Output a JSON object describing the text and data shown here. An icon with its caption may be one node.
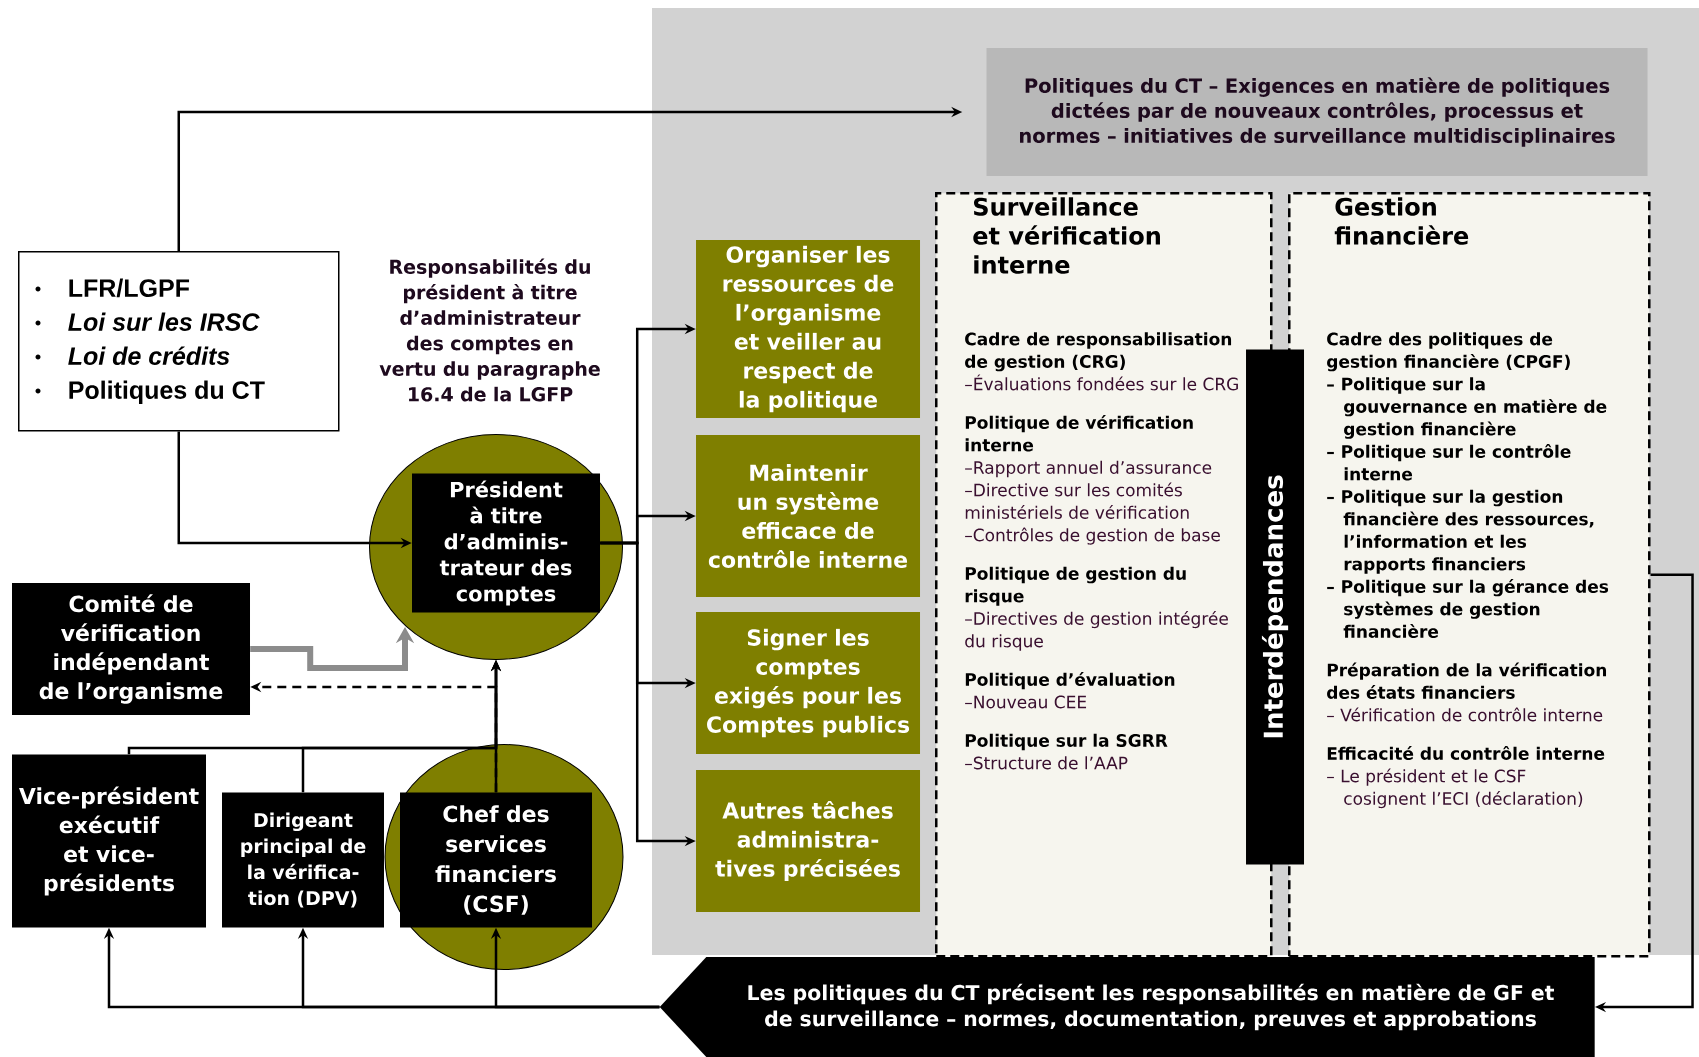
{
  "diagram": {
    "nodes": [
      {
        "text": [
          "LFR/LGPF",
          "Loi sur les IRSC",
          "Loi de crédits",
          "Politiques du CT"
        ]
      },
      {
        "text": [],
        "shape": "circle"
      },
      {
        "text": [
          "Président à titre d’adminis-trateur des comptes"
        ],
        "in": 1
      },
      {
        "text": [
          "Comité de vérification indépendant de l’organisme"
        ]
      },
      {
        "text": [
          "Vice-président exécutif et vice-présidents"
        ]
      },
      {
        "text": [
          "Dirigeant principal de la vérifica-tion (DPV)"
        ]
      },
      {
        "text": [],
        "shape": "circle"
      },
      {
        "text": [
          "Chef des services financiers (CSF)"
        ],
        "in": 6
      },
      {
        "text": [
          "Organiser les ressources de l’organisme et veiller au respect de la politique"
        ]
      },
      {
        "text": [
          "Maintenir un système efficace de contrôle interne"
        ]
      },
      {
        "text": [
          "Signer les comptes exigés pour les Comptes publics"
        ]
      },
      {
        "text": [
          "Autres tâches administra-tives précisées"
        ]
      },
      {
        "text": [
          "Politiques du CT – Exigences en matière de politiques dictées par de nouveaux contrôles, processus et normes – initiatives de surveillance multidisciplinaires"
        ]
      },
      {
        "text": [
          "Surveillance et vérification interne",
          "Cadre de responsabilisation de gestion (CRG)",
          "–Évaluations fondées sur le CRG",
          "Politique de vérification interne",
          "–Rapport annuel d’assurance",
          "–Directive sur les comités ministériels de vérification",
          "–Contrôles de gestion de base",
          "Politique de gestion du risque",
          "–Directives de gestion intégrée du risque",
          "Politique d’évaluation",
          "–Nouveau CEE",
          "Politique sur la SGRR",
          "–Structure de l’AAP"
        ]
      },
      {
        "text": [
          "Gestion financière",
          "Cadre des politiques de gestion financière (CPGF)",
          "– Politique sur la gouvernance en matière de gestion financière",
          "– Politique sur le contrôle interne",
          "– Politique sur la gestion financière des ressources, l’information et les rapports financiers",
          "– Politique sur la gérance des systèmes de gestion financière",
          "Préparation de la vérification des états financiers",
          "– Vérification de contrôle interne",
          "Efficacité du contrôle interne",
          "– Le président et le CSF cosignent l’ECI (déclaration)"
        ]
      },
      {
        "text": [
          "Interdépendances"
        ]
      },
      {
        "text": [
          "Les politiques du CT précisent les responsabilités en matière de GF et de surveillance – normes, documentation, preuves et approbations"
        ]
      }
    ],
    "edges": [
      {
        "from": 0,
        "to": 12,
        "arrow": "to"
      },
      {
        "from": 0,
        "to": 2,
        "arrow": "to"
      },
      {
        "from": 2,
        "to": 8,
        "arrow": "to"
      },
      {
        "from": 2,
        "to": 9,
        "arrow": "to"
      },
      {
        "from": 2,
        "to": 10,
        "arrow": "to"
      },
      {
        "from": 2,
        "to": 11,
        "arrow": "to"
      },
      {
        "from": 3,
        "to": 1,
        "arrow": "to",
        "style": "thick",
        "color": "#8c8c8c"
      },
      {
        "from": 7,
        "to": 1,
        "arrow": "to"
      },
      {
        "from": 7,
        "to": 3,
        "arrow": "to",
        "style": "dashed"
      },
      {
        "from": 4,
        "to": 1,
        "arrow": "to"
      },
      {
        "from": 5,
        "to": 1,
        "arrow": "to"
      },
      {
        "from": 16,
        "to": 4,
        "arrow": "to"
      },
      {
        "from": 16,
        "to": 5,
        "arrow": "to"
      },
      {
        "from": 16,
        "to": 7,
        "arrow": "to"
      },
      {
        "from": 14,
        "to": 16,
        "arrow": "to"
      }
    ],
    "labels": [
      "Responsabilités du président à titre d’administrateur des comptes en vertu du paragraphe 16.4 de la LGFP"
    ]
  }
}
